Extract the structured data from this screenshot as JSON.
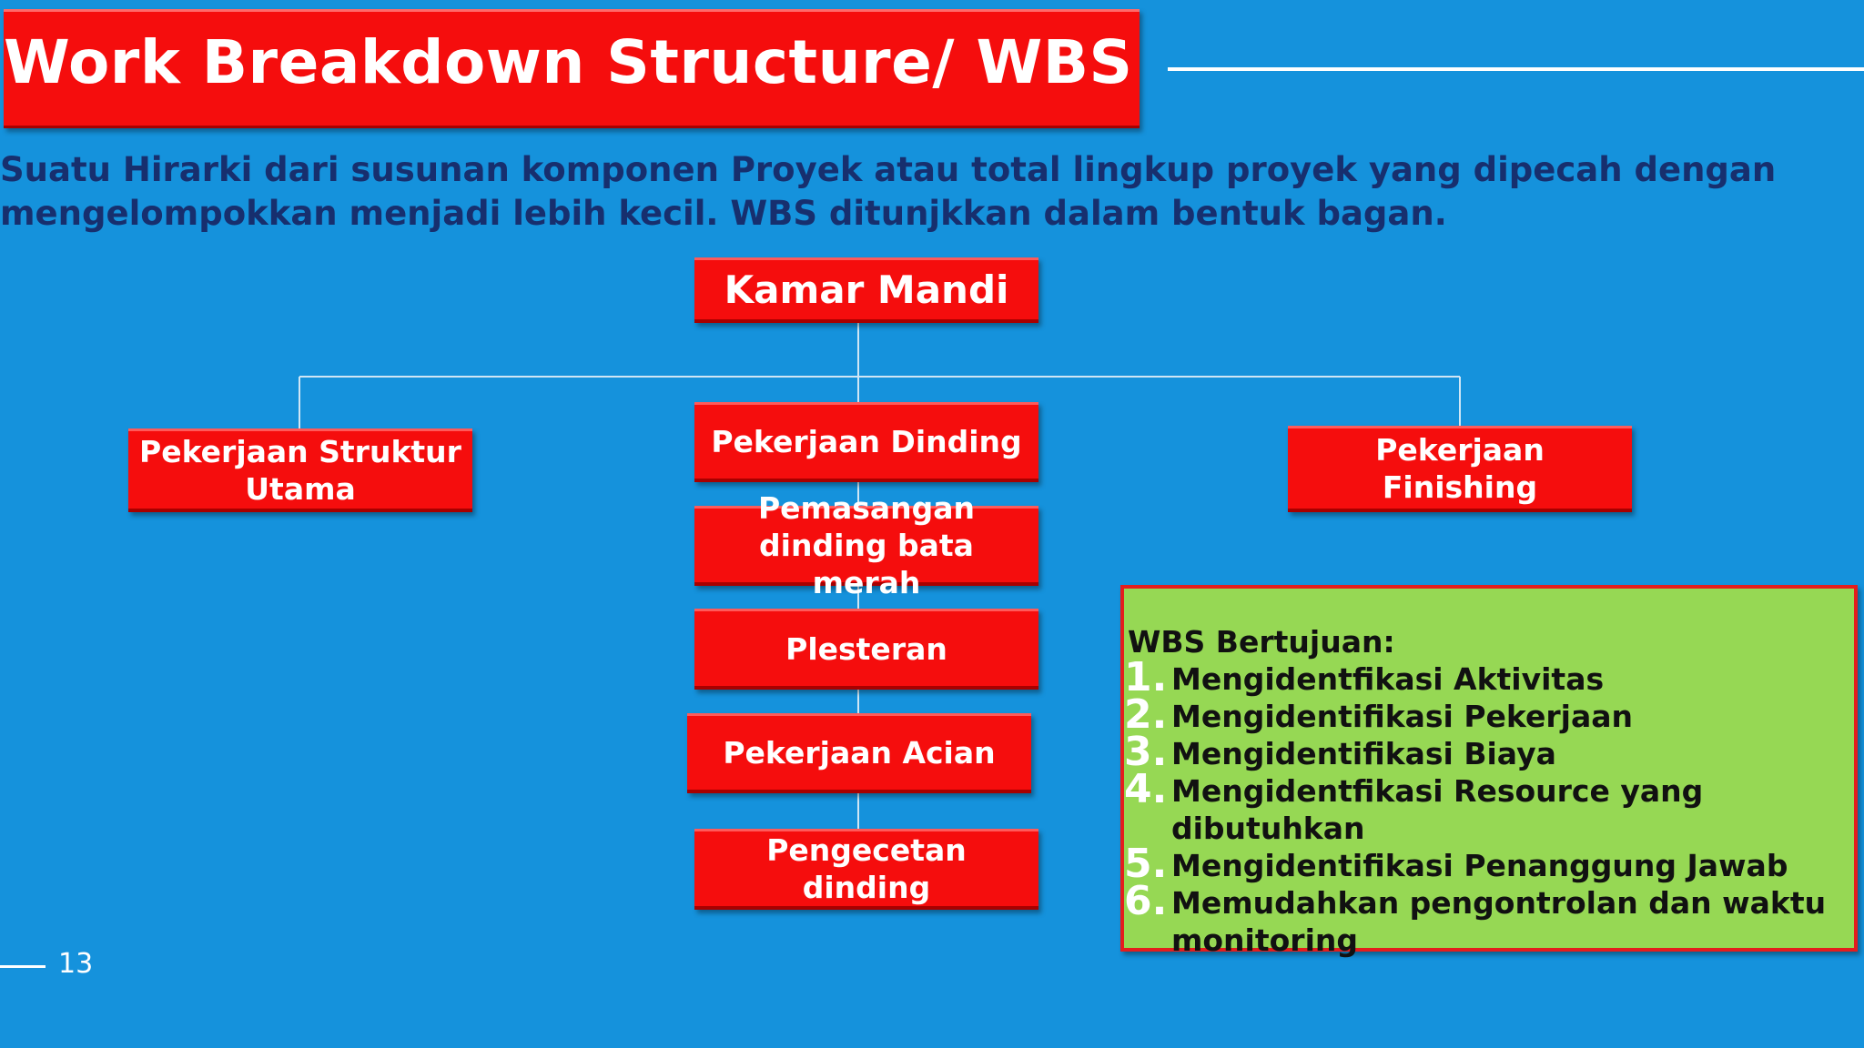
{
  "slide": {
    "title": "Work Breakdown Structure/ WBS",
    "subtitle_lines": [
      "Suatu Hirarki dari susunan komponen Proyek atau total lingkup proyek yang dipecah dengan",
      "mengelompokkan menjadi lebih kecil. WBS ditunjkkan dalam bentuk bagan."
    ],
    "page_number": "13"
  },
  "diagram": {
    "root": "Kamar Mandi",
    "branches": [
      {
        "label": "Pekerjaan Struktur Utama"
      },
      {
        "label": "Pekerjaan Dinding",
        "children": [
          "Pemasangan dinding bata merah",
          "Plesteran",
          "Pekerjaan Acian",
          "Pengecetan dinding"
        ]
      },
      {
        "label": "Pekerjaan Finishing"
      }
    ]
  },
  "goals": {
    "heading": "WBS Bertujuan:",
    "items": [
      {
        "num": "1.",
        "text": "Mengidentfikasi Aktivitas"
      },
      {
        "num": "2.",
        "text": "Mengidentifikasi Pekerjaan"
      },
      {
        "num": "3.",
        "text": "Mengidentifikasi Biaya"
      },
      {
        "num": "4.",
        "text": "Mengidentfikasi Resource yang dibutuhkan"
      },
      {
        "num": "5.",
        "text": "Mengidentifikasi Penanggung Jawab"
      },
      {
        "num": "6.",
        "text": "Memudahkan pengontrolan dan waktu monitoring"
      }
    ]
  },
  "colors": {
    "background": "#1592dc",
    "box_red": "#f50d0d",
    "goal_green": "#96d854",
    "subtitle_navy": "#172f6e",
    "connector": "#cfe6f5"
  }
}
